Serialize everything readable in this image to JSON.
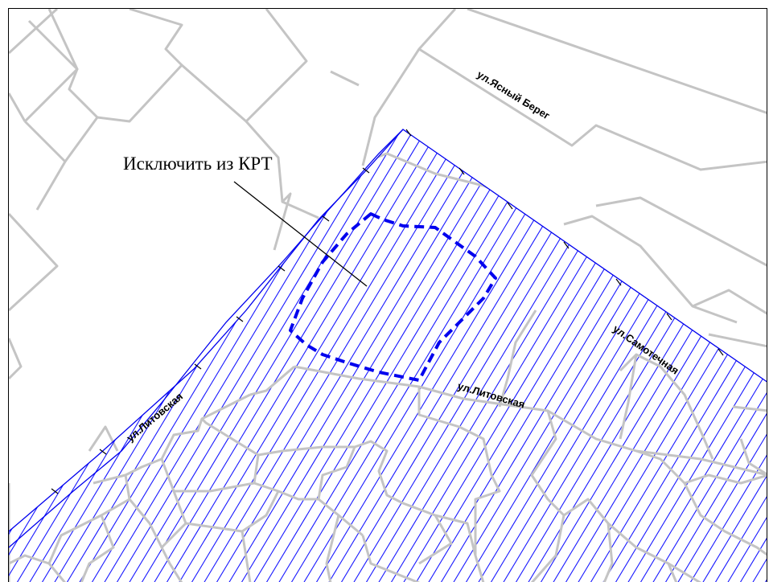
{
  "map": {
    "annotation": "Исключить из КРТ",
    "streets": {
      "yasny_bereg": "ул.Ясный Берег",
      "litovskaya_west": "ул.Литовская",
      "litovskaya_center": "ул.Литовская",
      "samotechnaya": "ул.Самотечная"
    },
    "colors": {
      "hatch": "#1a1aff",
      "boundary": "#0000ee",
      "parcels": "#c4c4c4",
      "background": "#ffffff",
      "text": "#000000"
    }
  }
}
